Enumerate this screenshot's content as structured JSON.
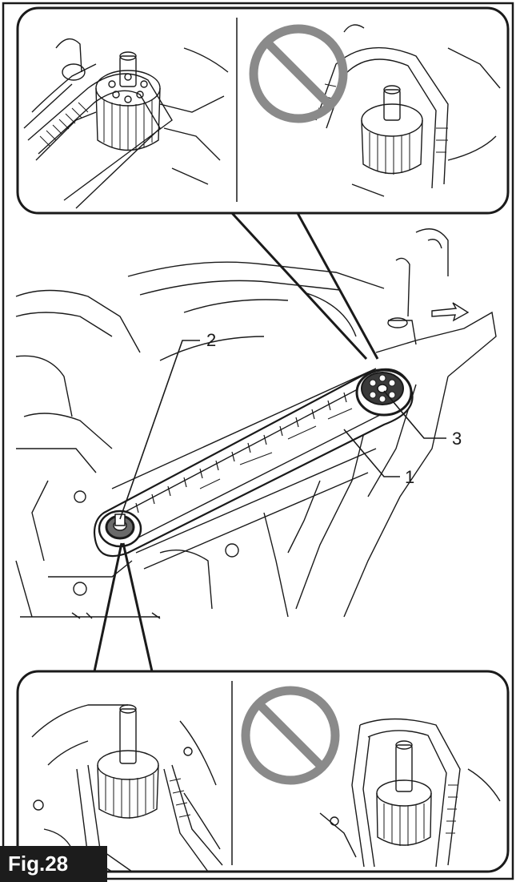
{
  "figure": {
    "label": "Fig.28",
    "callouts": [
      "1",
      "2",
      "3"
    ]
  },
  "colors": {
    "line": "#1a1a1a",
    "prohibition": "#8a8a8a",
    "label_bg": "#1c1c1c"
  },
  "icons": [
    "prohibition-icon",
    "prohibition-icon"
  ]
}
